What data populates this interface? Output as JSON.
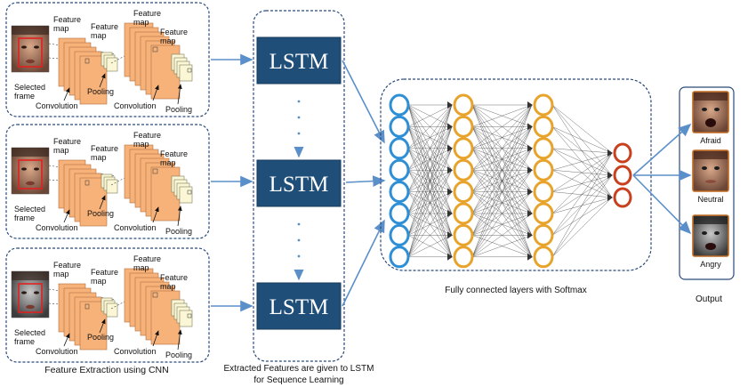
{
  "cnn": {
    "feature_map_label": "Feature\nmap",
    "pooling_label": "Pooling",
    "convolution_label": "Convolution",
    "selected_frame_label": "Selected\nframe",
    "caption": "Feature Extraction using CNN"
  },
  "lstm": {
    "label": "LSTM",
    "dots": "·\n·\n·",
    "caption_line1": "Extracted Features are given to LSTM",
    "caption_line2": "for Sequence Learning"
  },
  "fc": {
    "caption": "Fully connected layers with Softmax"
  },
  "output": {
    "title": "Output",
    "emotions": [
      "Afraid",
      "Neutral",
      "Angry"
    ]
  },
  "colors": {
    "panel_border": "#2a4a7a",
    "arrow": "#5b8fc9",
    "lstm_fill": "#1f4e79",
    "feature_map_fill": "#f7b27a",
    "pool_fill": "#fbf7d6",
    "input_node": "#2e8fd6",
    "hidden_node": "#e8a32b",
    "output_node": "#c8401e"
  }
}
